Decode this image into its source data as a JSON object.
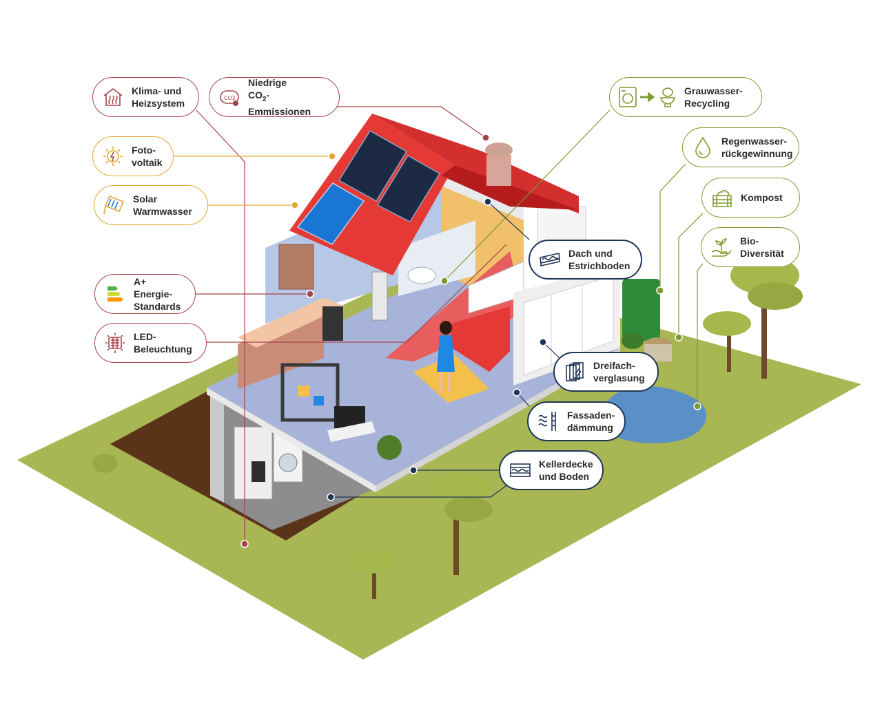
{
  "colors": {
    "red": "#a8434b",
    "gold": "#e3a72f",
    "green": "#7d9a2e",
    "navy": "#1d3557",
    "lawn": "#a9b654",
    "roof": "#e53935",
    "floor": "#a7b3d8"
  },
  "callouts": {
    "klima": {
      "line1": "Klima- und",
      "line2": "Heizsystem",
      "icon": "house-heating-icon"
    },
    "co2": {
      "line1": "Niedrige",
      "line2_pre": "CO",
      "line2_sub": "2",
      "line2_post": "-Emmissionen",
      "icon": "co2-cloud-icon"
    },
    "pv": {
      "line1": "Foto-",
      "line2": "voltaik",
      "icon": "sun-bolt-icon"
    },
    "solar": {
      "line1": "Solar",
      "line2": "Warmwasser",
      "icon": "solar-collector-icon"
    },
    "energie": {
      "line1": "A+ Energie-",
      "line2": "Standards",
      "icon": "energy-label-icon"
    },
    "led": {
      "line1": "LED-",
      "line2": "Beleuchtung",
      "icon": "led-panel-icon"
    },
    "grau": {
      "line1": "Grauwasser-",
      "line2": "Recycling",
      "icon": "washer-to-toilet-icon"
    },
    "regen": {
      "line1": "Regenwasser-",
      "line2": "rückgewinnung",
      "icon": "water-drop-icon"
    },
    "kompost": {
      "line1": "Kompost",
      "icon": "compost-bin-icon"
    },
    "bio": {
      "line1": "Bio-",
      "line2": "Diversität",
      "icon": "sprout-hand-icon"
    },
    "dach": {
      "line1": "Dach und",
      "line2": "Estrichboden",
      "icon": "roof-insulation-icon"
    },
    "dreifach": {
      "line1": "Dreifach-",
      "line2": "verglasung",
      "icon": "triple-glazing-icon"
    },
    "fassade": {
      "line1": "Fassaden-",
      "line2": "dämmung",
      "icon": "facade-insulation-icon"
    },
    "keller": {
      "line1": "Kellerdecke",
      "line2": "und Boden",
      "icon": "floor-insulation-icon"
    }
  }
}
